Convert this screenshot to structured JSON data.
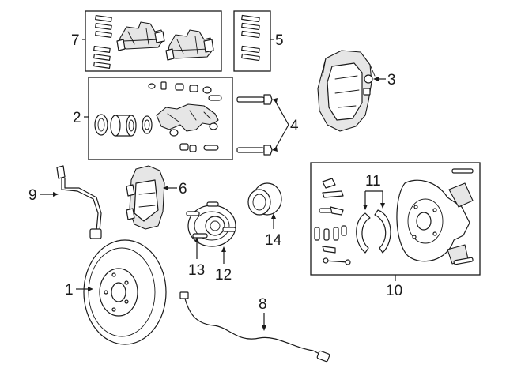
{
  "callouts": {
    "c1": "1",
    "c2": "2",
    "c3": "3",
    "c4": "4",
    "c5": "5",
    "c6": "6",
    "c7": "7",
    "c8": "8",
    "c9": "9",
    "c10": "10",
    "c11": "11",
    "c12": "12",
    "c13": "13",
    "c14": "14"
  },
  "colors": {
    "line": "#1a1a1a",
    "shade": "#e6e6e6",
    "background": "#ffffff"
  }
}
